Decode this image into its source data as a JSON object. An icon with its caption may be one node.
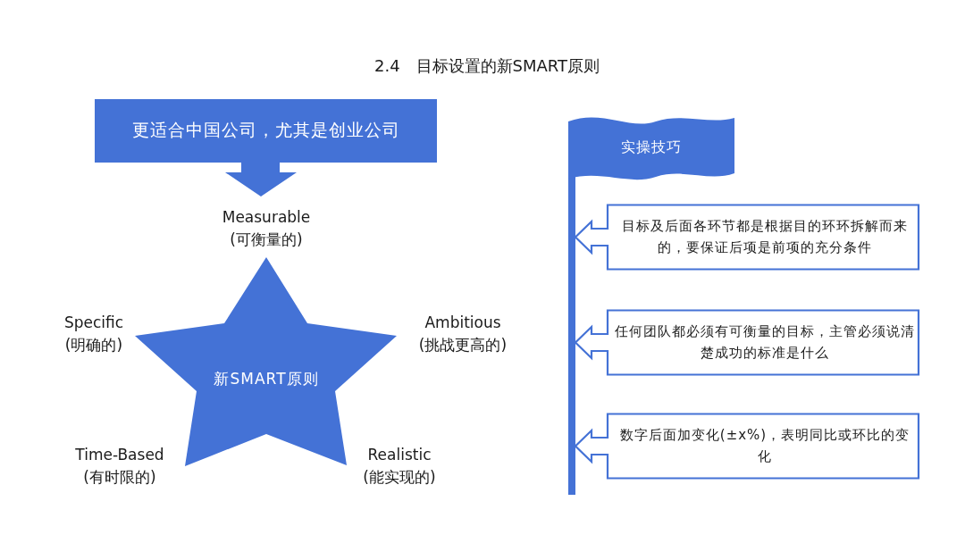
{
  "diagram": {
    "title": "2.4　目标设置的新SMART原则",
    "nodes": [
      {
        "text": [
          "更适合中国公司，尤其是创业公司"
        ]
      },
      {
        "text": [
          "新SMART原则"
        ]
      },
      {
        "text": [
          "实操技巧"
        ]
      },
      {
        "text": [
          "目标及后面各环节都是根据目的环环拆解而来的，要保证后项是前项的充分条件"
        ]
      },
      {
        "text": [
          "任何团队都必须有可衡量的目标，主管必须说清楚成功的标准是什么"
        ]
      },
      {
        "text": [
          "数字后面加变化(±x%)，表明同比或环比的变化"
        ]
      }
    ],
    "labels": [
      "Measurable (可衡量的)",
      "Specific (明确的)",
      "Ambitious (挑战更高的)",
      "Time-Based (有时限的)",
      "Realistic (能实现的)"
    ]
  }
}
